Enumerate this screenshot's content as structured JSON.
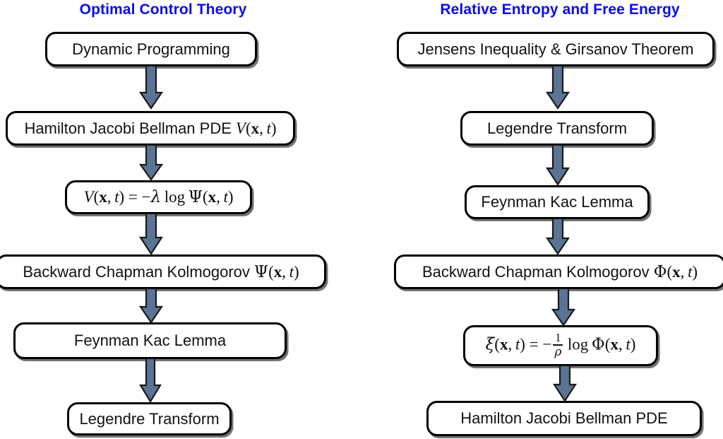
{
  "diagram": {
    "type": "flowchart",
    "background": "#ffffff",
    "title_color": "#0b0bf0",
    "arrow_fill": "#5b7394",
    "arrow_stroke": "#1a1a1a",
    "box_border": "#000000",
    "box_fill": "#ffffff"
  },
  "columns": [
    {
      "id": "left",
      "title": "Optimal Control Theory",
      "nodes": [
        {
          "id": "l1",
          "label": "Dynamic Programming",
          "kind": "text"
        },
        {
          "id": "l2",
          "label": "Hamilton Jacobi Bellman PDE V(x, t)",
          "kind": "mixed",
          "text": "Hamilton Jacobi Bellman PDE",
          "symbol": "V(x, t)"
        },
        {
          "id": "l3",
          "label": "V(x, t) = −λ log Ψ(x, t)",
          "kind": "math"
        },
        {
          "id": "l4",
          "label": "Backward Chapman Kolmogorov Ψ(x, t)",
          "kind": "mixed",
          "text": "Backward Chapman Kolmogorov",
          "symbol": "Ψ(x, t)"
        },
        {
          "id": "l5",
          "label": "Feynman Kac Lemma",
          "kind": "text"
        },
        {
          "id": "l6",
          "label": "Legendre Transform",
          "kind": "text"
        }
      ],
      "edges": [
        {
          "from": "l1",
          "to": "l2"
        },
        {
          "from": "l2",
          "to": "l3"
        },
        {
          "from": "l3",
          "to": "l4"
        },
        {
          "from": "l4",
          "to": "l5"
        },
        {
          "from": "l5",
          "to": "l6"
        }
      ]
    },
    {
      "id": "right",
      "title": "Relative Entropy and Free Energy",
      "nodes": [
        {
          "id": "r1",
          "label": "Jensens Inequality & Girsanov Theorem",
          "kind": "text"
        },
        {
          "id": "r2",
          "label": "Legendre Transform",
          "kind": "text"
        },
        {
          "id": "r3",
          "label": "Feynman Kac Lemma",
          "kind": "text"
        },
        {
          "id": "r4",
          "label": "Backward Chapman Kolmogorov Φ(x, t)",
          "kind": "mixed",
          "text": "Backward Chapman Kolmogorov",
          "symbol": "Φ(x, t)"
        },
        {
          "id": "r5",
          "label": "ξ(x, t) = − 1/ρ log Φ(x, t)",
          "kind": "math"
        },
        {
          "id": "r6",
          "label": "Hamilton Jacobi Bellman PDE",
          "kind": "text"
        }
      ],
      "edges": [
        {
          "from": "r1",
          "to": "r2"
        },
        {
          "from": "r2",
          "to": "r3"
        },
        {
          "from": "r3",
          "to": "r4"
        },
        {
          "from": "r4",
          "to": "r5"
        },
        {
          "from": "r5",
          "to": "r6"
        }
      ]
    }
  ],
  "equations": {
    "left_value": {
      "lhs_fn": "V",
      "lhs_args": "(x, t)",
      "eq": "=",
      "minus": "−",
      "coeff": "λ",
      "log": "log",
      "rhs_fn": "Ψ",
      "rhs_args": "(x, t)"
    },
    "right_value": {
      "lhs_fn": "ξ",
      "lhs_args": "(x, t)",
      "eq": "=",
      "minus": "−",
      "frac_num": "1",
      "frac_den": "ρ",
      "log": "log",
      "rhs_fn": "Φ",
      "rhs_args": "(x, t)"
    }
  }
}
